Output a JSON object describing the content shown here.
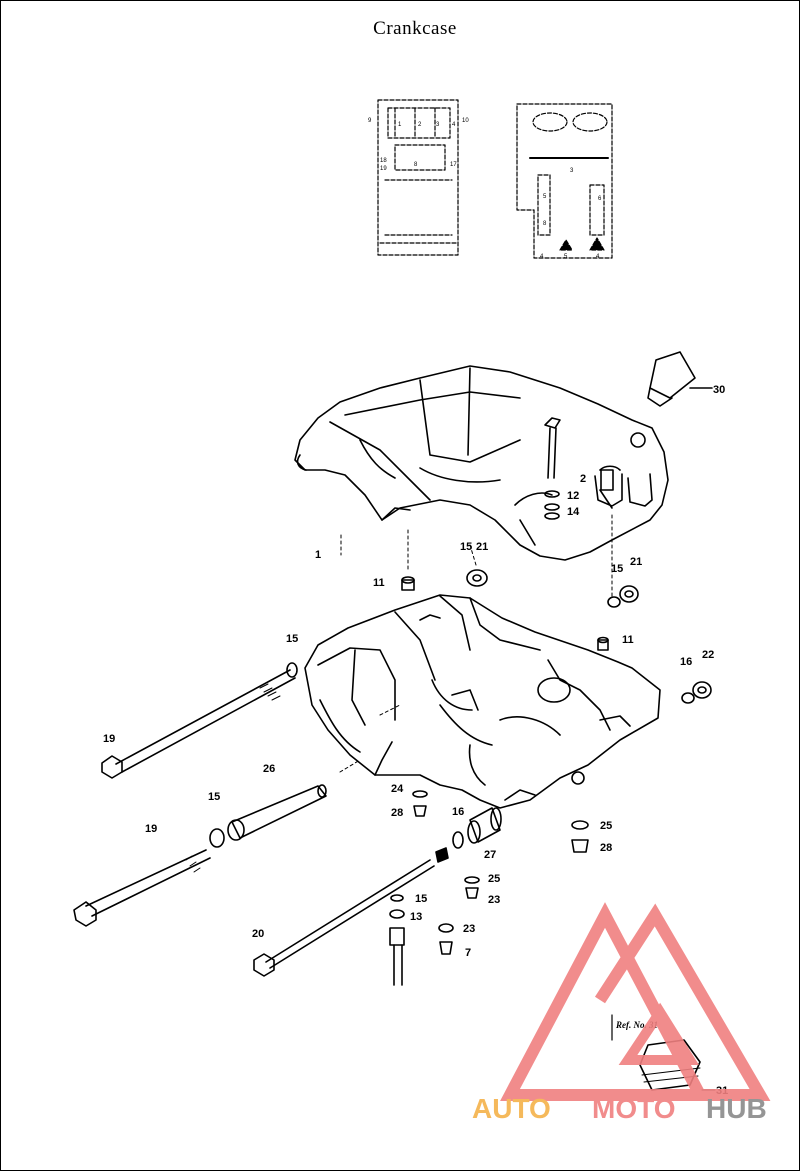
{
  "title": "Crankcase",
  "callouts": {
    "c30": "30",
    "c2": "2",
    "c12": "12",
    "c14": "14",
    "c1": "1",
    "c15a": "15",
    "c21a": "21",
    "c11a": "11",
    "c15b": "15",
    "c21b": "21",
    "c11b": "11",
    "c15c": "15",
    "c16a": "16",
    "c22": "22",
    "c19a": "19",
    "c26": "26",
    "c15d": "15",
    "c19b": "19",
    "c24": "24",
    "c28a": "28",
    "c16b": "16",
    "c27": "27",
    "c25a": "25",
    "c28b": "28",
    "c25b": "25",
    "c23a": "23",
    "c15e": "15",
    "c13": "13",
    "c23b": "23",
    "c7": "7",
    "c20": "20"
  },
  "thumb_left": {
    "t9": "9",
    "t10": "10",
    "t1": "1",
    "t2": "2",
    "t3": "3",
    "t4": "4",
    "t18": "18",
    "t19": "19",
    "t8": "8",
    "t17": "17"
  },
  "thumb_right": {
    "r3": "3",
    "r5": "5",
    "r6": "6",
    "r8": "8",
    "r4a": "4",
    "r5b": "5",
    "r4b": "4"
  },
  "inset": {
    "ref_label": "Ref. No. 31",
    "part_no": "31"
  },
  "watermark": {
    "brand_part1": "AUTO",
    "brand_part2": "MOTO",
    "brand_part3": "HUB",
    "colors": {
      "triangle": "#f08080",
      "brand_orange": "#f5b24a",
      "brand_red": "#f08080",
      "brand_gray": "#8a8a8a"
    }
  }
}
